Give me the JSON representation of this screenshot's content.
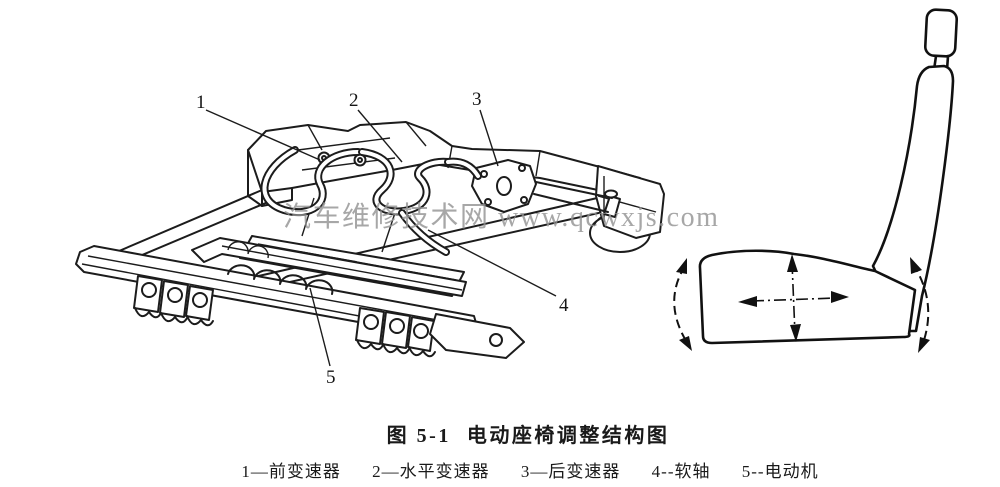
{
  "figure": {
    "watermark": "汽车维修技术网 www.qcwxjs.com",
    "caption": {
      "number": "图 5-1",
      "title": "电动座椅调整结构图"
    },
    "legend": {
      "items": [
        {
          "num": "1",
          "dash": "—",
          "label": "前变速器"
        },
        {
          "num": "2",
          "dash": "—",
          "label": "水平变速器"
        },
        {
          "num": "3",
          "dash": "—",
          "label": "后变速器"
        },
        {
          "num": "4",
          "dash": "--",
          "label": "软轴"
        },
        {
          "num": "5",
          "dash": "--",
          "label": "电动机"
        }
      ]
    },
    "callouts": {
      "c1": "1",
      "c2": "2",
      "c3": "3",
      "c4": "4",
      "c5": "5"
    },
    "colors": {
      "background": "#ffffff",
      "line_art": "#1c1c1c",
      "watermark": "#949494"
    }
  }
}
